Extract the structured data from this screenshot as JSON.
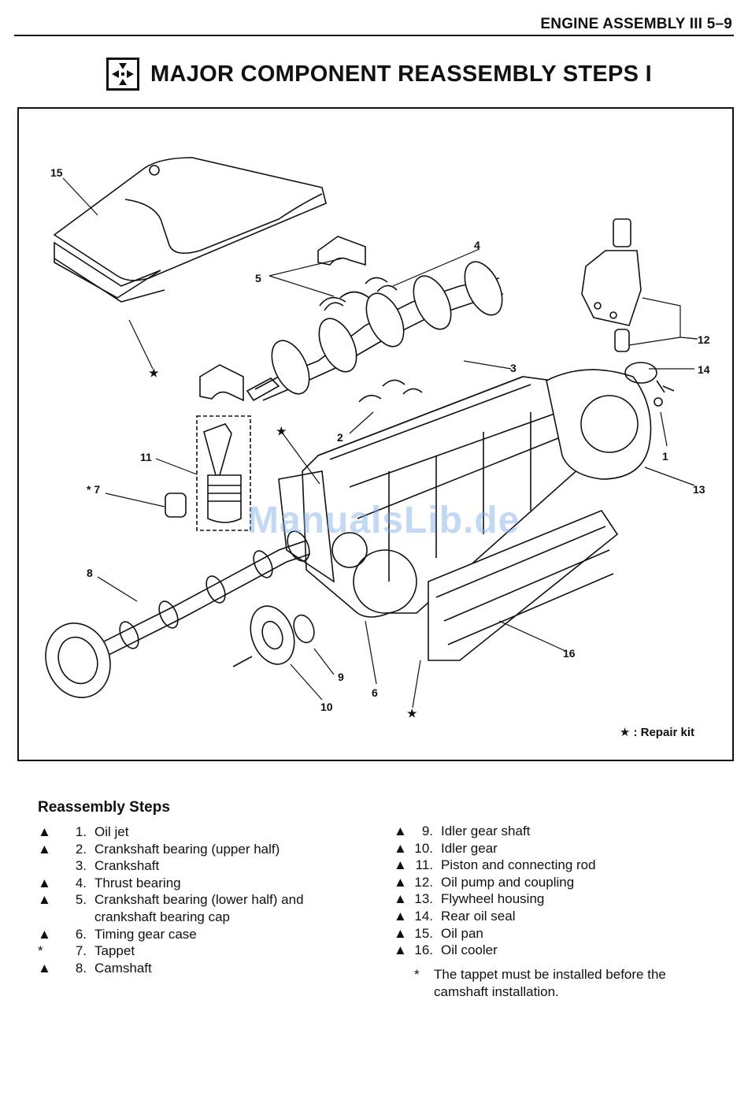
{
  "header": {
    "text": "ENGINE ASSEMBLY III 5–9"
  },
  "title": {
    "text": "MAJOR COMPONENT REASSEMBLY STEPS I"
  },
  "figure": {
    "watermark": "ManualsLib.de",
    "repair_kit_legend": "★ : Repair kit",
    "callouts": [
      "15",
      "4",
      "5",
      "12",
      "3",
      "14",
      "★",
      "2",
      "1",
      "11",
      "★",
      "* 7",
      "13",
      "8",
      "16",
      "9",
      "6",
      "10",
      "★"
    ]
  },
  "steps": {
    "title": "Reassembly Steps",
    "left": [
      {
        "mark": "▲",
        "num": "1.",
        "text": "Oil jet"
      },
      {
        "mark": "▲",
        "num": "2.",
        "text": "Crankshaft bearing (upper half)"
      },
      {
        "mark": "",
        "num": "3.",
        "text": "Crankshaft"
      },
      {
        "mark": "▲",
        "num": "4.",
        "text": "Thrust bearing"
      },
      {
        "mark": "▲",
        "num": "5.",
        "text": "Crankshaft bearing (lower half) and"
      },
      {
        "mark": "",
        "num": "",
        "text": "crankshaft bearing cap"
      },
      {
        "mark": "▲",
        "num": "6.",
        "text": "Timing gear case"
      },
      {
        "mark": "*",
        "num": "7.",
        "text": "Tappet"
      },
      {
        "mark": "▲",
        "num": "8.",
        "text": "Camshaft"
      }
    ],
    "right": [
      {
        "mark": "▲",
        "num": "9.",
        "text": "Idler gear shaft"
      },
      {
        "mark": "▲",
        "num": "10.",
        "text": "Idler gear"
      },
      {
        "mark": "▲",
        "num": "11.",
        "text": "Piston and connecting rod"
      },
      {
        "mark": "▲",
        "num": "12.",
        "text": "Oil pump and coupling"
      },
      {
        "mark": "▲",
        "num": "13.",
        "text": "Flywheel housing"
      },
      {
        "mark": "▲",
        "num": "14.",
        "text": "Rear oil seal"
      },
      {
        "mark": "▲",
        "num": "15.",
        "text": "Oil pan"
      },
      {
        "mark": "▲",
        "num": "16.",
        "text": "Oil cooler"
      }
    ],
    "note": {
      "mark": "*",
      "text_line1": "The tappet must be installed before the",
      "text_line2": "camshaft installation."
    }
  }
}
